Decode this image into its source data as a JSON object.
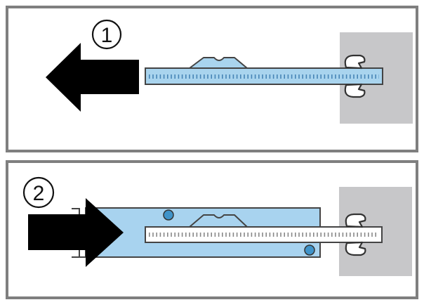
{
  "diagram": {
    "steps": [
      {
        "number": "1",
        "action": "pull",
        "arrow_direction": "left"
      },
      {
        "number": "2",
        "action": "push",
        "arrow_direction": "right"
      }
    ],
    "colors": {
      "panel_border": "#7f7f7f",
      "arrow": "#000000",
      "strip_fill": "#a9d4ee",
      "strip_outline": "#444444",
      "strip_ticks": "#3d7db0",
      "holder_fill": "#a8d3ef",
      "holder_dot": "#3f93c9",
      "wall_fill": "#c7c7c9",
      "white_strip": "#ffffff"
    },
    "icons": [
      "left-arrow-icon",
      "right-arrow-icon",
      "clip-icon",
      "latch-icon"
    ]
  }
}
